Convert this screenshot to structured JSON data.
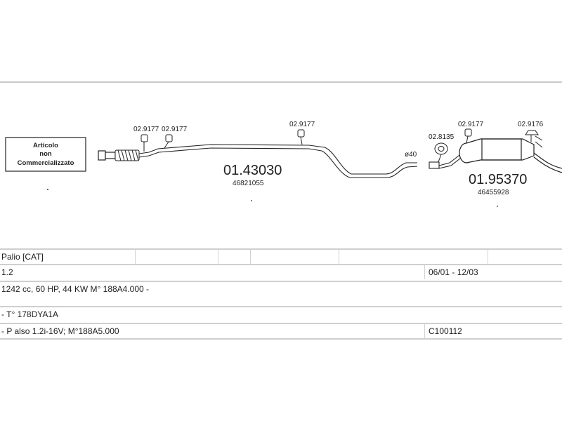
{
  "diagram": {
    "note_box": [
      "Articolo",
      "non",
      "Commercializzato"
    ],
    "parts": [
      {
        "code": "02.9177"
      },
      {
        "code": "02.9177"
      },
      {
        "code": "02.9177"
      },
      {
        "code": "02.8135"
      },
      {
        "code": "02.9177"
      },
      {
        "code": "02.9176"
      }
    ],
    "pipe_main": {
      "code": "01.43030",
      "ref": "46821055"
    },
    "muffler": {
      "code": "01.95370",
      "ref": "46455928"
    },
    "diameter_label": "ø40"
  },
  "table": {
    "rows": [
      {
        "left": "Palio  [CAT]",
        "right": ""
      },
      {
        "left": "1.2",
        "right": "06/01 - 12/03"
      },
      {
        "left": "1242 cc, 60 HP, 44 KW  M° 188A4.000 -",
        "right": ""
      },
      {
        "left": "- T° 178DYA1A",
        "right": ""
      },
      {
        "left": "- P also 1.2i-16V; M°188A5.000",
        "right": "C100112"
      }
    ]
  }
}
